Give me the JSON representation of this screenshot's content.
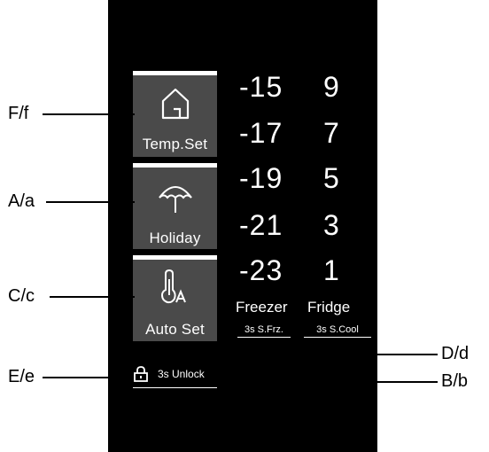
{
  "buttons": {
    "temp_set": "Temp.Set",
    "holiday": "Holiday",
    "auto_set": "Auto Set"
  },
  "freezer_values": [
    "-15",
    "-17",
    "-19",
    "-21",
    "-23"
  ],
  "fridge_values": [
    "9",
    "7",
    "5",
    "3",
    "1"
  ],
  "columns": {
    "freezer": "Freezer",
    "fridge": "Fridge"
  },
  "hints": {
    "super_freeze": "3s S.Frz.",
    "super_cool": "3s S.Cool",
    "unlock": "3s Unlock"
  },
  "callouts": {
    "f": "F/f",
    "a": "A/a",
    "c": "C/c",
    "e": "E/e",
    "d": "D/d",
    "b": "B/b"
  },
  "icons": [
    "house-icon",
    "umbrella-icon",
    "thermometer-auto-icon",
    "lock-icon"
  ],
  "colors": {
    "panel": "#000000",
    "button": "#4a4a4a",
    "text": "#ffffff"
  }
}
